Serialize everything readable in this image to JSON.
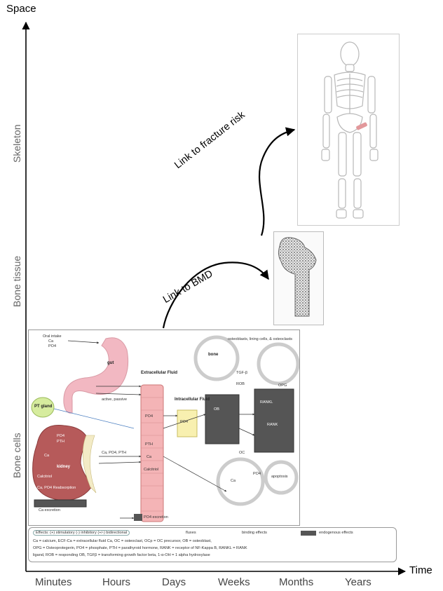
{
  "axes": {
    "y_title": "Space",
    "x_title": "Time",
    "y_levels": [
      "Skeleton",
      "Bone tissue",
      "Bone cells"
    ],
    "x_ticks": [
      "Minutes",
      "Hours",
      "Days",
      "Weeks",
      "Months",
      "Years"
    ]
  },
  "links": {
    "bmd": "Link to BMD",
    "fracture": "Link to fracture risk"
  },
  "cell_diagram": {
    "intake": [
      "Oral intake",
      "Ca",
      "PO4"
    ],
    "gut": "gut",
    "pt_gland": "PT gland",
    "kidney": "kidney",
    "ecf": "Extracellular Fluid",
    "icf": "Intracellular Fluid",
    "bone": "bone",
    "active_passive": "active, passive",
    "ecf_items": [
      "PO4",
      "PTH",
      "Ca",
      "Calcitriol"
    ],
    "icf_item": "PO4",
    "kidney_items": [
      "PO4",
      "PTH",
      "Ca",
      "Calcitriol",
      "Ca, PO4 Reabsorption"
    ],
    "transport": "Ca, PO4, PTH",
    "excretion": "PO4 excretion",
    "ca_excretion": "Ca excretion",
    "bone_items": [
      "TGF-β",
      "ROB",
      "OB",
      "RANKL",
      "RANK",
      "OC",
      "OPG",
      "apoptosis",
      "PO4",
      "Ca"
    ],
    "osteo_notes": [
      "osteoblasts, lining cells, & osteoclasts"
    ]
  },
  "legend": {
    "effects": "Effects: (+) stimulatory  (-) inhibitory  (+/-) bidirectional",
    "fluxes": "fluxes",
    "binding": "binding effects",
    "endogenous": "endogenous effects",
    "line1": "Ca = calcium, ECF-Ca = extracellular fluid Ca, OC = osteoclast, OCp = OC precursor, OB = osteoblast,",
    "line2": "OPG = Osteoprotegerin, PO4 = phosphate, PTH = parathyroid hormone, RANK = receptor of NF-Kappa B, RANKL = RANK",
    "line3": "ligand, ROB = responding OB, TGFβ = transforming growth factor beta, 1-α-OH = 1 alpha hydroxylase"
  },
  "colors": {
    "axis": "#000000",
    "gut": "#f2b8c2",
    "ecf": "#f4b4b6",
    "kidney": "#b65a5a",
    "pt_gland": "#d6ec9e",
    "icf": "#f8f0b0",
    "bone_dark": "#555555"
  }
}
